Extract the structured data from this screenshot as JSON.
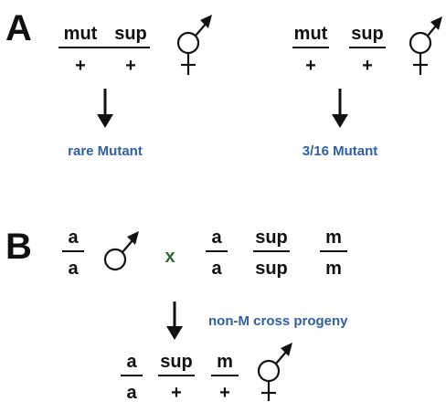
{
  "colors": {
    "ink": "#111111",
    "label": "#2f5fa6",
    "cross": "#2e6b2e"
  },
  "panel_a": {
    "letter": "A",
    "left": {
      "top_mut": "mut",
      "top_sup": "sup",
      "bottom_1": "+",
      "bottom_2": "+",
      "result": "rare Mutant"
    },
    "right": {
      "top_mut": "mut",
      "top_sup": "sup",
      "bottom_1": "+",
      "bottom_2": "+",
      "result": "3/16 Mutant"
    }
  },
  "panel_b": {
    "letter": "B",
    "male": {
      "top": "a",
      "bottom": "a"
    },
    "cross": "x",
    "female": {
      "a_top": "a",
      "a_bottom": "a",
      "sup_top": "sup",
      "sup_bottom": "sup",
      "m_top": "m",
      "m_bottom": "m"
    },
    "progeny_label": "non-M cross progeny",
    "progeny": {
      "a_top": "a",
      "a_bottom": "a",
      "sup_top": "sup",
      "sup_bottom": "+",
      "m_top": "m",
      "m_bottom": "+"
    }
  }
}
